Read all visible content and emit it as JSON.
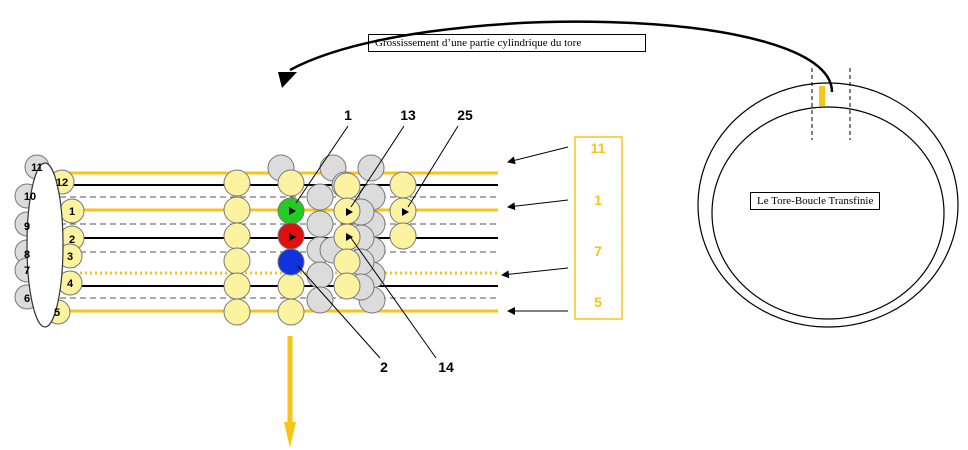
{
  "caption": "Grossissement d’une partie cylindrique du tore",
  "torus_label": "Le Tore-Boucle Transfinie",
  "end_cap_numbers": [
    "11",
    "12",
    "10",
    "1",
    "9",
    "2",
    "8",
    "3",
    "7",
    "4",
    "6",
    "5"
  ],
  "callouts": [
    "1",
    "13",
    "25",
    "2",
    "14"
  ],
  "side_numbers": [
    "11",
    "1",
    "7",
    "5"
  ],
  "colors": {
    "yellow": "#f5c518",
    "pale_yellow": "#fbf3a0",
    "grey_ball": "#dcdcdc",
    "green": "#22cc22",
    "red": "#dd1111",
    "blue": "#1133dd",
    "side_text": "#f5c518"
  }
}
